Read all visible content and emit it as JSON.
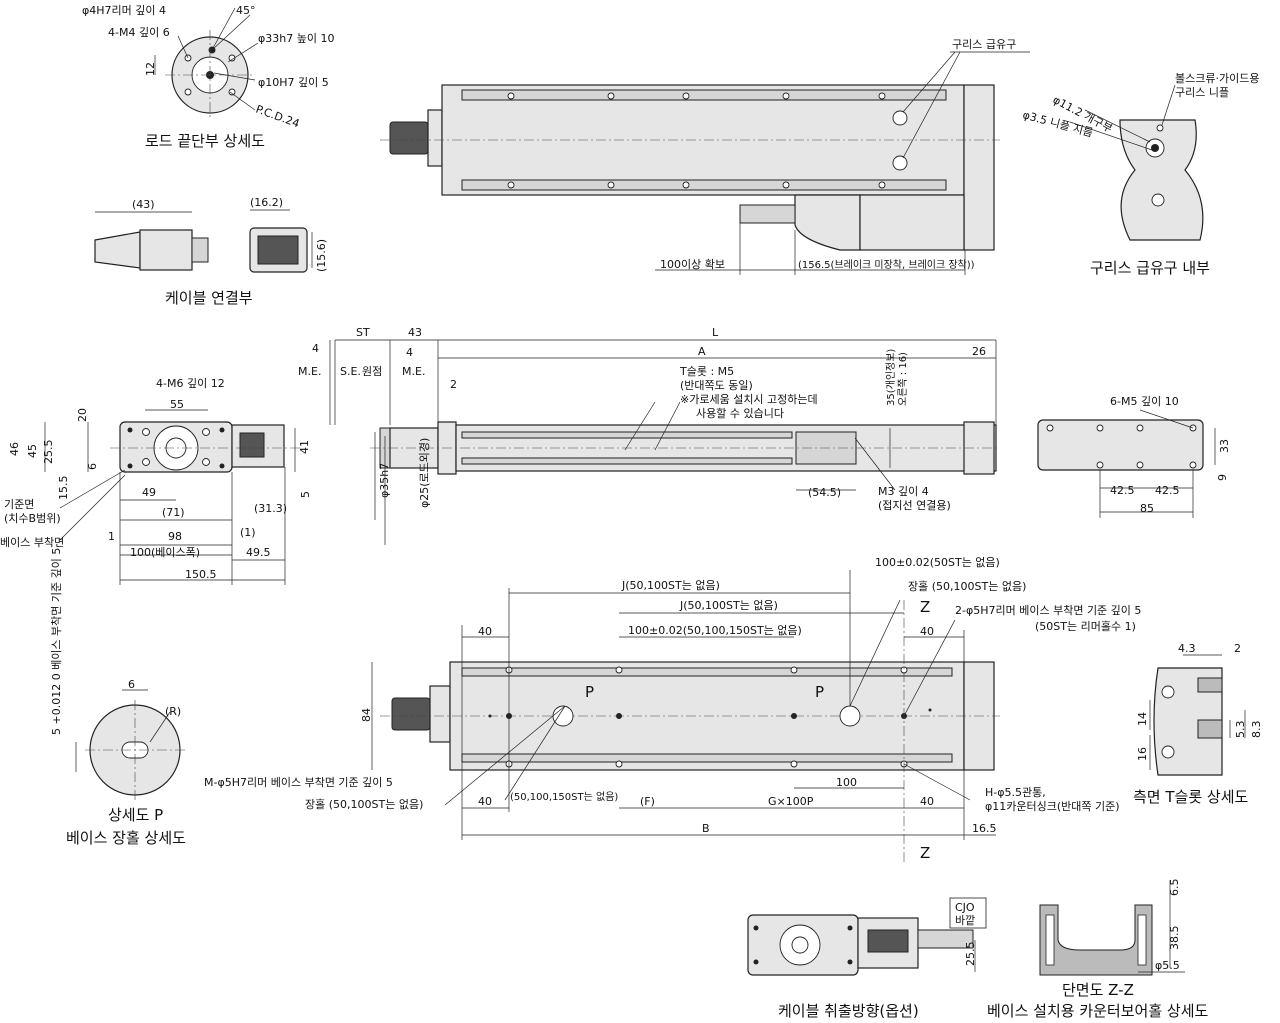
{
  "views": {
    "rod_end": {
      "title": "로드 끝단부 상세도",
      "labels": [
        "φ4H7리머 깊이 4",
        "4-M4 깊이 6",
        "φ33h7 높이 10",
        "φ10H7 깊이 5",
        "P.C.D.24",
        "45°",
        "12"
      ]
    },
    "grease_top": {
      "label": "구리스 급유구",
      "dims": [
        "100이상 확보",
        "(156.5(브레이크 미장착, 브레이크 장착))"
      ]
    },
    "grease_inside": {
      "title": "구리스 급유구 내부",
      "labels": [
        "φ11.2 개구부",
        "φ3.5 니플 지름",
        "볼스크류·가이드용",
        "구리스 니플"
      ]
    },
    "cable": {
      "title": "케이블 연결부",
      "dims": [
        "(43)",
        "(16.2)",
        "(15.6)"
      ]
    },
    "front": {
      "labels": [
        "4-M6 깊이 12",
        "기준면",
        "(치수B범위)",
        "베이스 부착면"
      ],
      "dims": [
        "55",
        "20",
        "46",
        "45",
        "25.5",
        "6",
        "15.5",
        "49",
        "(71)",
        "98",
        "1",
        "100(베이스폭)",
        "(1)",
        "49.5",
        "150.5",
        "41",
        "5",
        "(31.3)"
      ]
    },
    "side": {
      "labels": [
        "M.E.",
        "S.E.",
        "원점",
        "M.E.",
        "T슬롯 : M5",
        "(반대쪽도 동일)",
        "※가로세움 설치시 고정하는데",
        "사용할 수 있습니다",
        "M3 깊이 4",
        "(접지선 연결용)",
        "35(개인정보)",
        "오른쪽 : 16)"
      ],
      "dims": [
        "4",
        "ST",
        "43",
        "4",
        "L",
        "A",
        "26",
        "2",
        "φ35h7",
        "φ25(로드외경)",
        "(54.5)"
      ]
    },
    "end_view": {
      "label": "6-M5 깊이 10",
      "dims": [
        "33",
        "9",
        "42.5",
        "42.5",
        "85"
      ]
    },
    "detail_p": {
      "title1": "상세도 P",
      "title2": "베이스 장홀 상세도",
      "labels": [
        "5 +0.012 0 베이스 부착면 기준 깊이 5",
        "6",
        "(R)"
      ]
    },
    "bottom": {
      "labels": [
        "100±0.02(50ST는 없음)",
        "J(50,100ST는 없음)",
        "장홀 (50,100ST는 없음)",
        "Z",
        "J(50,100ST는 없음)",
        "2-φ5H7리머 베이스 부착면 기준 깊이 5",
        "(50ST는 리머홀수 1)",
        "100±0.02(50,100,150ST는 없음)",
        "P",
        "P",
        "M-φ5H7리머 베이스 부착면 기준 깊이 5",
        "장홀 (50,100ST는 없음)",
        "100",
        "(50,100,150ST는 없음)",
        "H-φ5.5관통,",
        "φ11카운터싱크(반대쪽 기준)",
        "Z"
      ],
      "dims": [
        "40",
        "40",
        "84",
        "40",
        "(F)",
        "G×100P",
        "100",
        "40",
        "B",
        "16.5"
      ]
    },
    "tslot_side": {
      "title": "측면 T슬롯 상세도",
      "dims": [
        "4.3",
        "2",
        "14",
        "16",
        "5.3",
        "8.3"
      ]
    },
    "cable_option": {
      "title": "케이블 취출방향(옵션)",
      "labels": [
        "CJO",
        "바깥"
      ],
      "dims": [
        "25.5"
      ]
    },
    "section_zz": {
      "title1": "단면도 Z-Z",
      "title2": "베이스 설치용 카운터보어홀 상세도",
      "dims": [
        "6.5",
        "38.5",
        "φ5.5"
      ]
    }
  }
}
